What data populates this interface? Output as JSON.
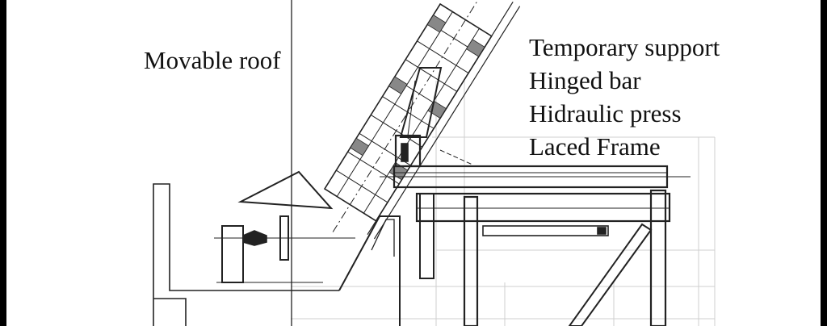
{
  "labels": {
    "movable_roof": "Movable roof",
    "temporary_support": "Temporary support",
    "hinged_bar": "Hinged bar",
    "hydraulic_press": "Hidraulic press",
    "laced_frame": "Laced Frame"
  }
}
